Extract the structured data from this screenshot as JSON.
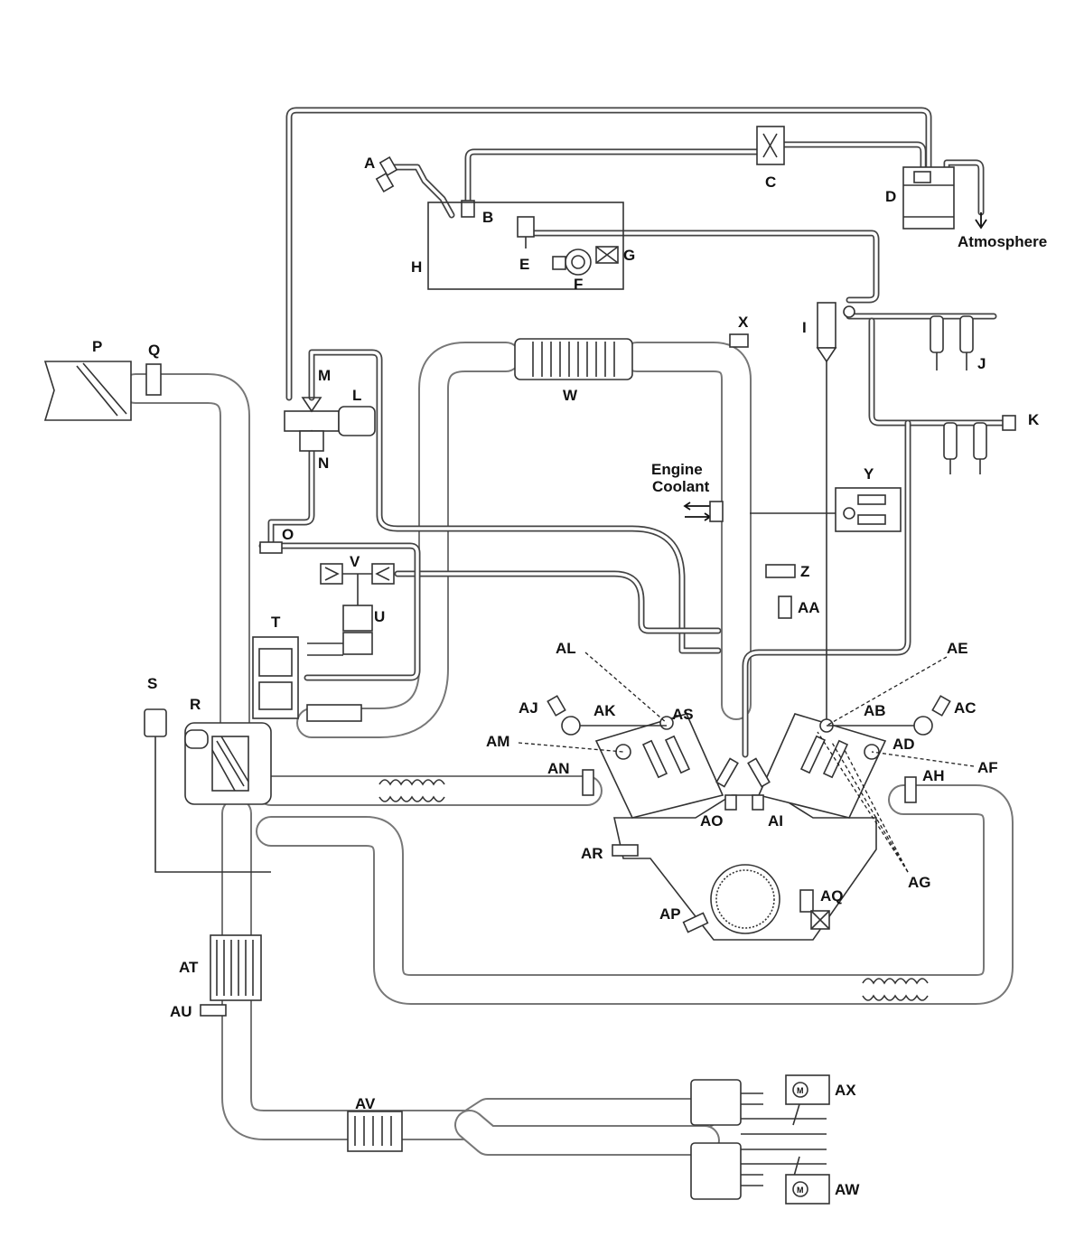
{
  "labels": {
    "A": "A",
    "B": "B",
    "C": "C",
    "D": "D",
    "E": "E",
    "F": "F",
    "G": "G",
    "H": "H",
    "I": "I",
    "J": "J",
    "K": "K",
    "L": "L",
    "M": "M",
    "N": "N",
    "O": "O",
    "P": "P",
    "Q": "Q",
    "R": "R",
    "S": "S",
    "T": "T",
    "U": "U",
    "V": "V",
    "W": "W",
    "X": "X",
    "Y": "Y",
    "Z": "Z",
    "AA": "AA",
    "AB": "AB",
    "AC": "AC",
    "AD": "AD",
    "AE": "AE",
    "AF": "AF",
    "AG": "AG",
    "AH": "AH",
    "AI": "AI",
    "AJ": "AJ",
    "AK": "AK",
    "AL": "AL",
    "AM": "AM",
    "AN": "AN",
    "AO": "AO",
    "AP": "AP",
    "AQ": "AQ",
    "AR": "AR",
    "AS": "AS",
    "AT": "AT",
    "AU": "AU",
    "AV": "AV",
    "AW": "AW",
    "AX": "AX"
  },
  "text": {
    "atmosphere": "Atmosphere",
    "engine_coolant_line1": "Engine",
    "engine_coolant_line2": "Coolant"
  },
  "icons": {
    "motor_symbol": "M"
  }
}
